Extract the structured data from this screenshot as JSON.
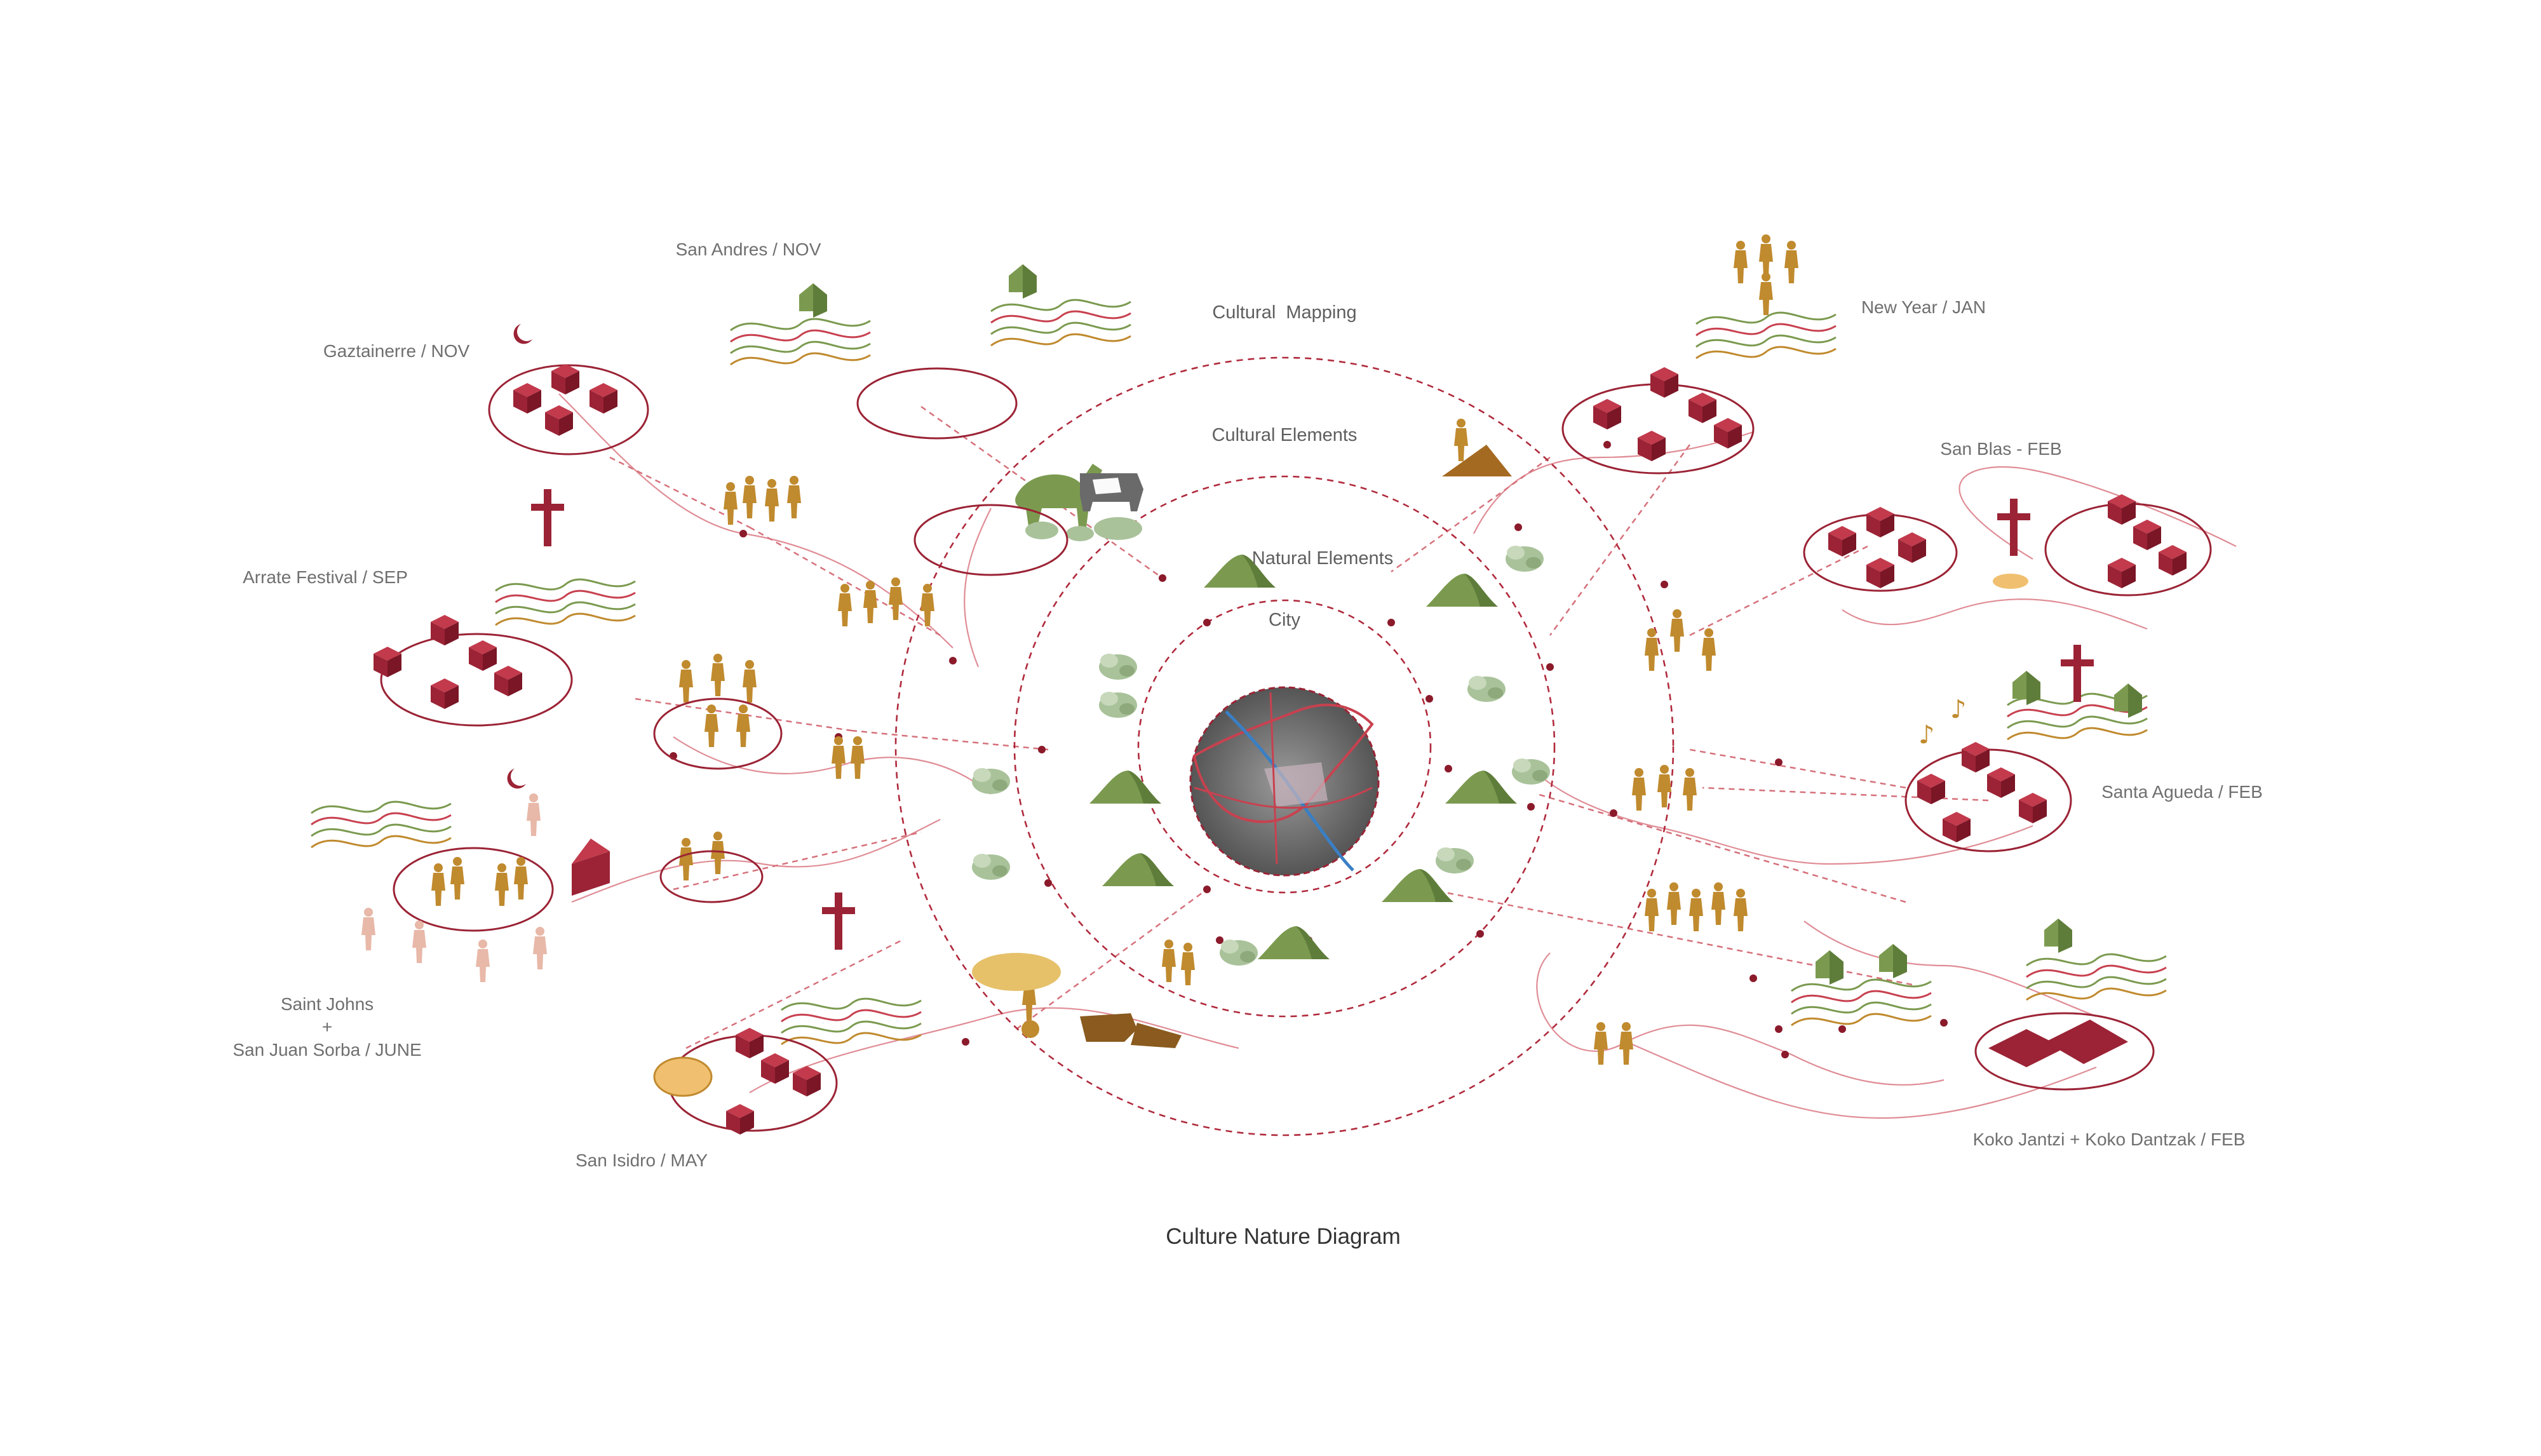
{
  "caption": "Culture Nature Diagram",
  "rings": {
    "cultural_mapping": "Cultural  Mapping",
    "cultural_elements": "Cultural Elements",
    "natural_elements": "Natural Elements",
    "city": "City"
  },
  "festivals": {
    "san_andres": "San Andres / NOV",
    "gaztainerre": "Gaztainerre / NOV",
    "arrate": "Arrate Festival / SEP",
    "saint_johns_1": "Saint Johns",
    "saint_johns_plus": "+",
    "saint_johns_2": "San Juan Sorba / JUNE",
    "san_isidro": "San Isidro / MAY",
    "new_year": "New Year / JAN",
    "san_blas": "San Blas - FEB",
    "santa_agueda": "Santa Agueda / FEB",
    "koko": "Koko Jantzi + Koko Dantzak / FEB"
  },
  "colors": {
    "crimson": "#9b2335",
    "ochre": "#c08a2e",
    "moss": "#7b9a4f",
    "sage": "#a9c29a",
    "grey": "#6f6f6f"
  }
}
